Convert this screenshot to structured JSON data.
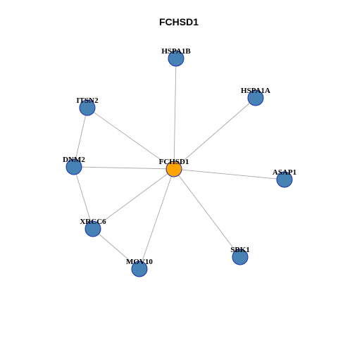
{
  "title": "FCHSD1",
  "center": "FCHSD1",
  "colors": {
    "center_fill": "#FFA500",
    "node_fill": "#4682B4",
    "node_border": "#1C2FB0",
    "edge": "#A8A8A8"
  },
  "nodes": [
    {
      "id": "FCHSD1",
      "label": "FCHSD1",
      "center": true
    },
    {
      "id": "HSPA1B",
      "label": "HSPA1B"
    },
    {
      "id": "HSPA1A",
      "label": "HSPA1A"
    },
    {
      "id": "ITSN2",
      "label": "ITSN2"
    },
    {
      "id": "DNM2",
      "label": "DNM2"
    },
    {
      "id": "ASAP1",
      "label": "ASAP1"
    },
    {
      "id": "XRCC6",
      "label": "XRCC6"
    },
    {
      "id": "SBK1",
      "label": "SBK1"
    },
    {
      "id": "MOV10",
      "label": "MOV10"
    }
  ],
  "edges": [
    [
      "FCHSD1",
      "HSPA1B"
    ],
    [
      "FCHSD1",
      "HSPA1A"
    ],
    [
      "FCHSD1",
      "ITSN2"
    ],
    [
      "FCHSD1",
      "DNM2"
    ],
    [
      "FCHSD1",
      "ASAP1"
    ],
    [
      "FCHSD1",
      "XRCC6"
    ],
    [
      "FCHSD1",
      "SBK1"
    ],
    [
      "FCHSD1",
      "MOV10"
    ],
    [
      "ITSN2",
      "DNM2"
    ],
    [
      "DNM2",
      "XRCC6"
    ],
    [
      "XRCC6",
      "MOV10"
    ]
  ]
}
